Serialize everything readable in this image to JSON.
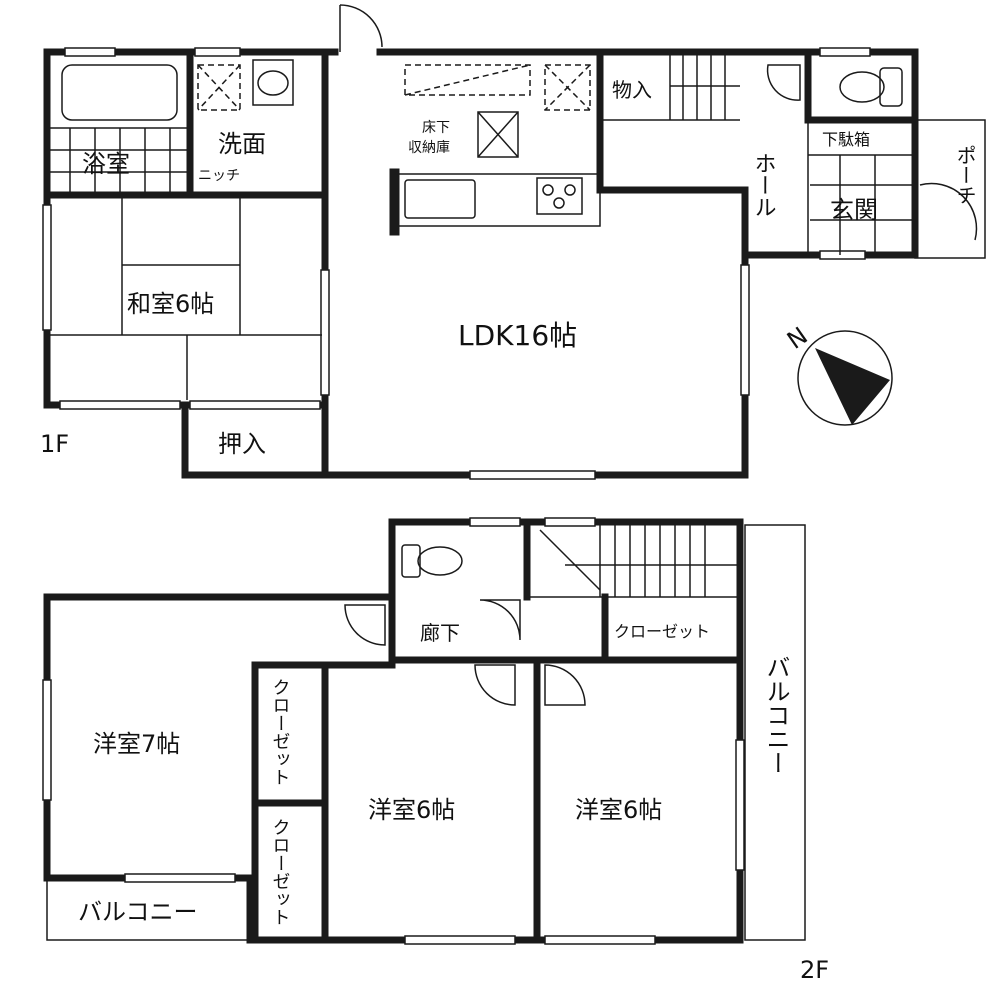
{
  "floor1": {
    "level_label": "1F",
    "rooms": {
      "bath": "浴室",
      "washroom": "洗面",
      "niche": "ニッチ",
      "japanese_room": "和室6帖",
      "closet": "押入",
      "underfloor_storage_1": "床下",
      "underfloor_storage_2": "収納庫",
      "ldk": "LDK16帖",
      "storage": "物入",
      "hall": "ホール",
      "shoe_box": "下駄箱",
      "entrance": "玄関",
      "porch": "ポーチ"
    }
  },
  "floor2": {
    "level_label": "2F",
    "rooms": {
      "corridor": "廊下",
      "closet_top": "クローゼット",
      "western_room_7": "洋室7帖",
      "closet_left_1": "クローゼット",
      "closet_left_2": "クローゼット",
      "western_room_6a": "洋室6帖",
      "western_room_6b": "洋室6帖",
      "balcony_right": "バルコニー",
      "balcony_left": "バルコニー"
    }
  },
  "compass": {
    "north_label": "N",
    "icon": "north-arrow-icon"
  }
}
